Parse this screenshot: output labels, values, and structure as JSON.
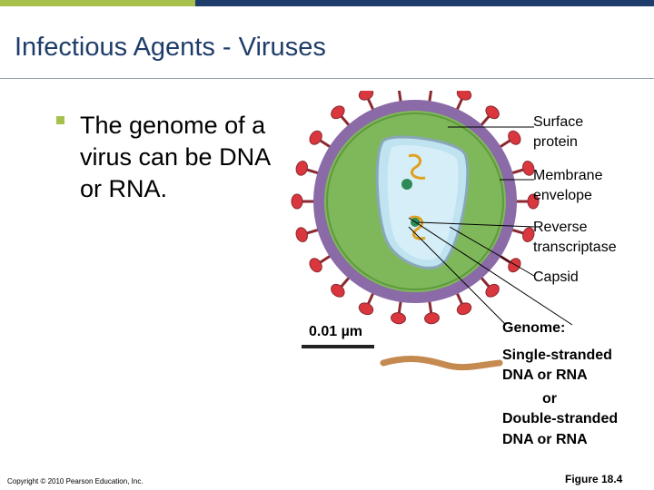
{
  "slide": {
    "title": "Infectious Agents - Viruses",
    "bullet": "The genome of a virus can be DNA or RNA."
  },
  "figure": {
    "labels": {
      "surface_protein": "Surface\nprotein",
      "membrane_envelope": "Membrane\nenvelope",
      "reverse_transcriptase": "Reverse\ntranscriptase",
      "capsid": "Capsid"
    },
    "scale_bar": "0.01 µm",
    "genome": {
      "heading": "Genome:",
      "lines": [
        "Single-stranded",
        "DNA or RNA",
        "or",
        "Double-stranded",
        "DNA or RNA"
      ]
    },
    "caption": "Figure 18.4"
  },
  "footer": {
    "copyright": "Copyright © 2010 Pearson Education, Inc."
  },
  "colors": {
    "title": "#1f3d6a",
    "accent_green": "#a6c04b",
    "accent_blue": "#1f3d6a",
    "envelope": "#8b6aa8",
    "matrix": "#7fb85a",
    "capsid": "#bfe3f1",
    "spike": "#d9363e"
  }
}
